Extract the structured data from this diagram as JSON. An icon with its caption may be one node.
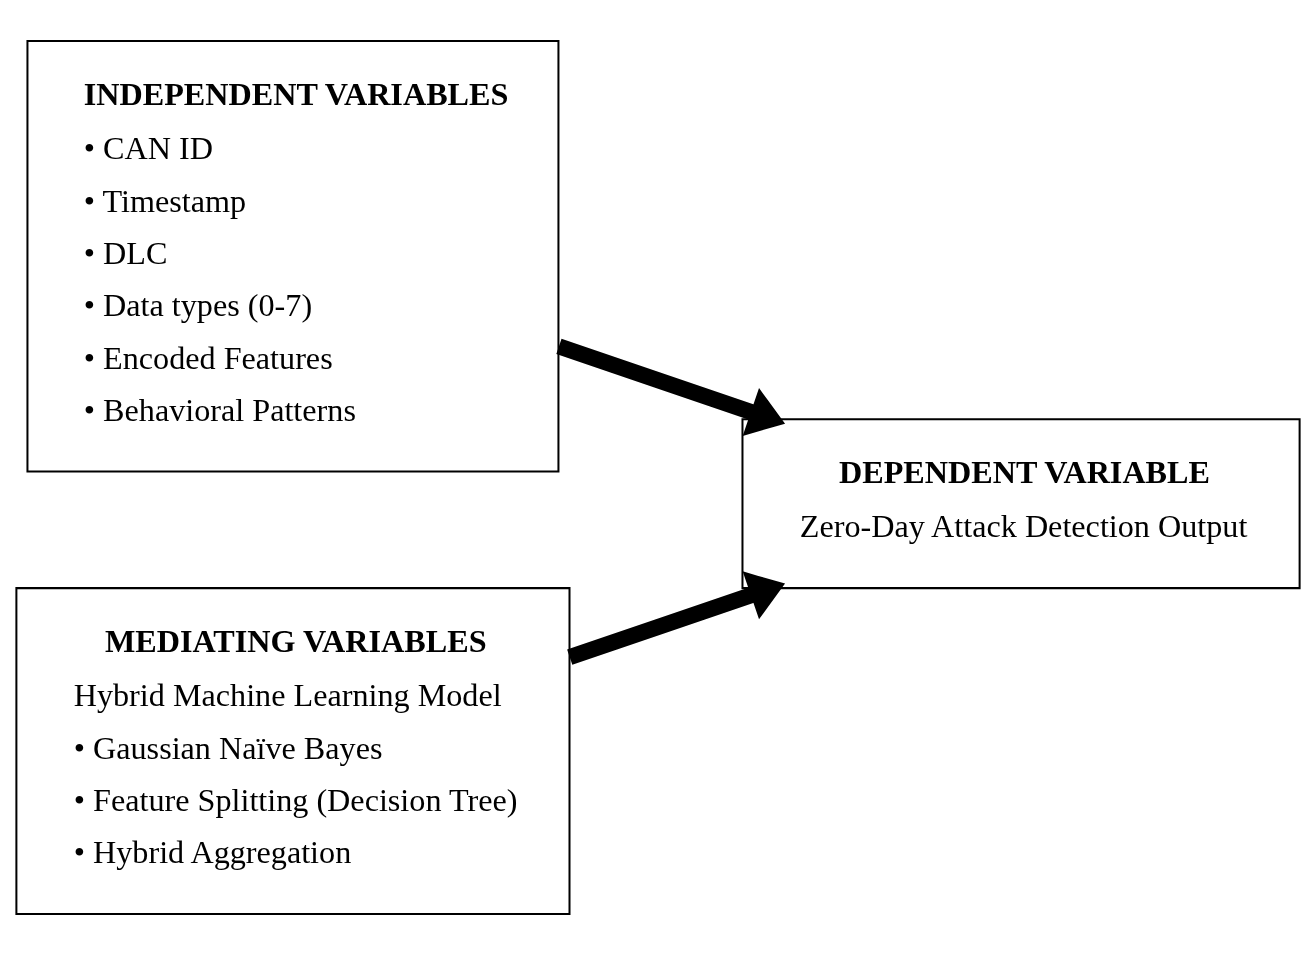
{
  "diagram": {
    "nodes": [
      {
        "text": [
          "INDEPENDENT VARIABLES",
          "• CAN ID",
          "• Timestamp",
          "• DLC",
          "• Data types (0-7)",
          "• Encoded Features",
          "• Behavioral Patterns"
        ]
      },
      {
        "text": [
          "DEPENDENT VARIABLE",
          "Zero-Day Attack Detection Output"
        ]
      },
      {
        "text": [
          "MEDIATING VARIABLES",
          "Hybrid Machine Learning Model",
          "• Gaussian Naïve Bayes",
          "• Feature Splitting (Decision Tree)",
          "• Hybrid Aggregation"
        ]
      }
    ],
    "edges": [
      {
        "from": 0,
        "to": 1,
        "arrow": "to"
      },
      {
        "from": 2,
        "to": 1,
        "arrow": "to"
      }
    ]
  }
}
